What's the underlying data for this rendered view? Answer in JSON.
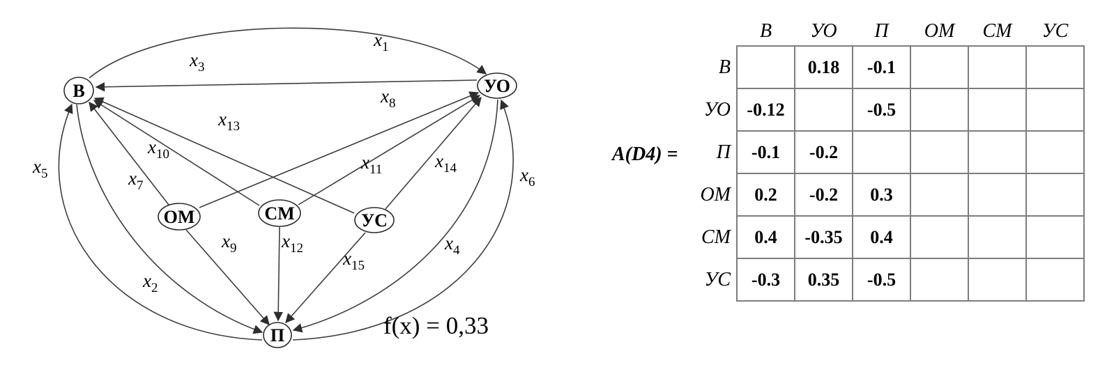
{
  "graph": {
    "nodes": [
      {
        "id": "B",
        "label": "В"
      },
      {
        "id": "UO",
        "label": "УО"
      },
      {
        "id": "OM",
        "label": "ОМ"
      },
      {
        "id": "CM",
        "label": "СМ"
      },
      {
        "id": "US",
        "label": "УС"
      },
      {
        "id": "P",
        "label": "П"
      }
    ],
    "edges": [
      {
        "name": "x1",
        "base": "x",
        "sub": "1",
        "from": "В",
        "to": "УО"
      },
      {
        "name": "x2",
        "base": "x",
        "sub": "2",
        "from": "В",
        "to": "П"
      },
      {
        "name": "x3",
        "base": "x",
        "sub": "3",
        "from": "УО",
        "to": "В"
      },
      {
        "name": "x4",
        "base": "x",
        "sub": "4",
        "from": "УО",
        "to": "П"
      },
      {
        "name": "x5",
        "base": "x",
        "sub": "5",
        "from": "П",
        "to": "В"
      },
      {
        "name": "x6",
        "base": "x",
        "sub": "6",
        "from": "П",
        "to": "УО"
      },
      {
        "name": "x7",
        "base": "x",
        "sub": "7",
        "from": "ОМ",
        "to": "В"
      },
      {
        "name": "x8",
        "base": "x",
        "sub": "8",
        "from": "ОМ",
        "to": "УО"
      },
      {
        "name": "x9",
        "base": "x",
        "sub": "9",
        "from": "ОМ",
        "to": "П"
      },
      {
        "name": "x10",
        "base": "x",
        "sub": "10",
        "from": "СМ",
        "to": "В"
      },
      {
        "name": "x11",
        "base": "x",
        "sub": "11",
        "from": "СМ",
        "to": "УО"
      },
      {
        "name": "x12",
        "base": "x",
        "sub": "12",
        "from": "СМ",
        "to": "П"
      },
      {
        "name": "x13",
        "base": "x",
        "sub": "13",
        "from": "УС",
        "to": "В"
      },
      {
        "name": "x14",
        "base": "x",
        "sub": "14",
        "from": "УС",
        "to": "УО"
      },
      {
        "name": "x15",
        "base": "x",
        "sub": "15",
        "from": "УС",
        "to": "П"
      }
    ]
  },
  "matrix": {
    "label": "A(D4) =",
    "col_headers": [
      "В",
      "УО",
      "П",
      "ОМ",
      "СМ",
      "УС"
    ],
    "rows": [
      {
        "header": "В",
        "cells": [
          "",
          "0.18",
          "-0.1",
          "",
          "",
          ""
        ]
      },
      {
        "header": "УО",
        "cells": [
          "-0.12",
          "",
          "-0.5",
          "",
          "",
          ""
        ]
      },
      {
        "header": "П",
        "cells": [
          "-0.1",
          "-0.2",
          "",
          "",
          "",
          ""
        ]
      },
      {
        "header": "ОМ",
        "cells": [
          "0.2",
          "-0.2",
          "0.3",
          "",
          "",
          ""
        ]
      },
      {
        "header": "СМ",
        "cells": [
          "0.4",
          "-0.35",
          "0.4",
          "",
          "",
          ""
        ]
      },
      {
        "header": "УС",
        "cells": [
          "-0.3",
          "0.35",
          "-0.5",
          "",
          "",
          ""
        ]
      }
    ]
  },
  "fx": {
    "text": "f(x) = 0,33"
  }
}
